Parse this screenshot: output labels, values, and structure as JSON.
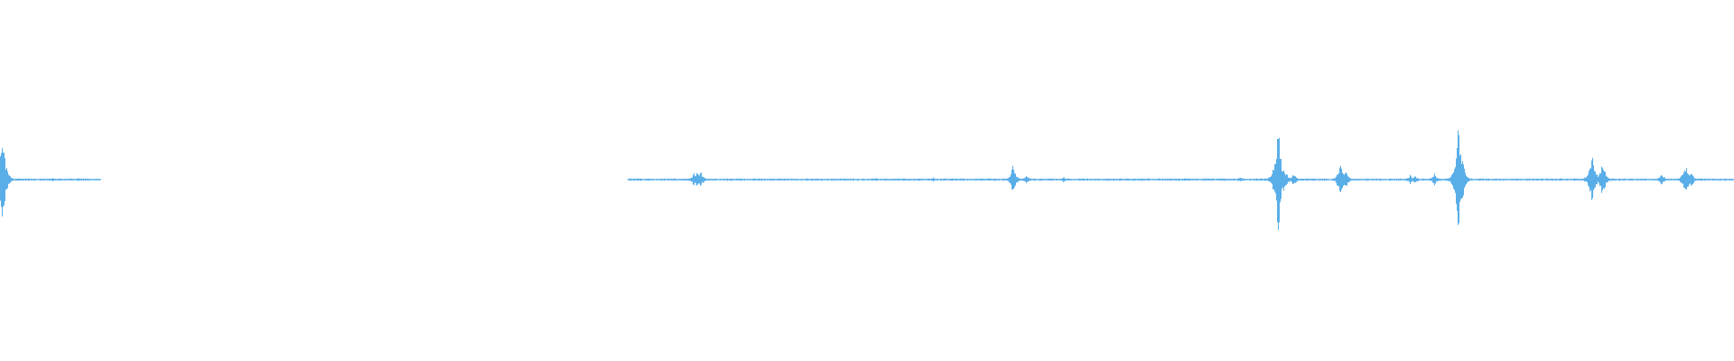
{
  "waveform": {
    "color": "#5aaee8",
    "background": "#ffffff",
    "segments": [
      {
        "start": 0.0,
        "end": 0.058
      },
      {
        "start": 0.362,
        "end": 1.0
      }
    ],
    "peaks": [
      {
        "t": 0.001,
        "amp": 0.34
      },
      {
        "t": 0.002,
        "amp": 0.22
      },
      {
        "t": 0.03,
        "amp": 0.01
      },
      {
        "t": 0.402,
        "amp": 0.06
      },
      {
        "t": 0.4,
        "amp": 0.04
      },
      {
        "t": 0.404,
        "amp": 0.05
      },
      {
        "t": 0.538,
        "amp": 0.015
      },
      {
        "t": 0.584,
        "amp": 0.09
      },
      {
        "t": 0.592,
        "amp": 0.03
      },
      {
        "t": 0.613,
        "amp": 0.02
      },
      {
        "t": 0.715,
        "amp": 0.015
      },
      {
        "t": 0.737,
        "amp": 0.38
      },
      {
        "t": 0.74,
        "amp": 0.12
      },
      {
        "t": 0.746,
        "amp": 0.04
      },
      {
        "t": 0.773,
        "amp": 0.13
      },
      {
        "t": 0.776,
        "amp": 0.06
      },
      {
        "t": 0.813,
        "amp": 0.03
      },
      {
        "t": 0.816,
        "amp": 0.03
      },
      {
        "t": 0.827,
        "amp": 0.04
      },
      {
        "t": 0.841,
        "amp": 0.4
      },
      {
        "t": 0.843,
        "amp": 0.14
      },
      {
        "t": 0.918,
        "amp": 0.19
      },
      {
        "t": 0.924,
        "amp": 0.12
      },
      {
        "t": 0.958,
        "amp": 0.04
      },
      {
        "t": 0.972,
        "amp": 0.11
      },
      {
        "t": 0.975,
        "amp": 0.05
      }
    ]
  }
}
